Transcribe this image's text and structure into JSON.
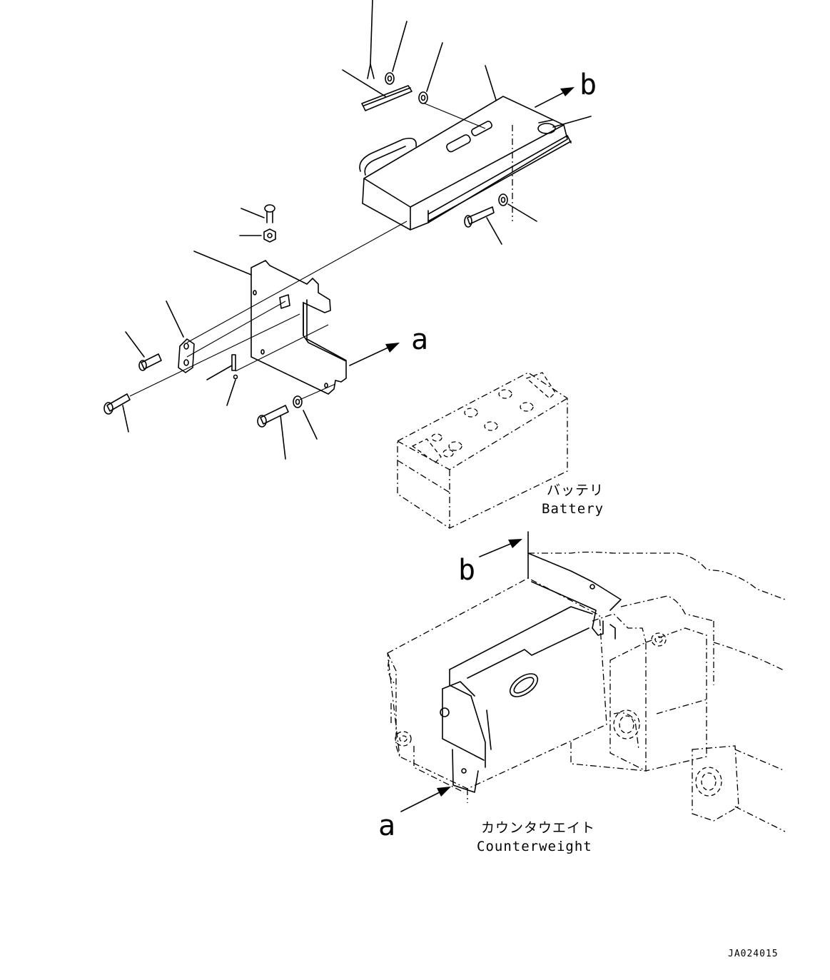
{
  "labels": {
    "a_top": "a",
    "b_top": "b",
    "a_bottom": "a",
    "b_bottom": "b"
  },
  "battery": {
    "jp": "バッテリ",
    "en": "Battery"
  },
  "counterweight": {
    "jp": "カウンタウエイト",
    "en": "Counterweight"
  },
  "drawing_code": "JA024015"
}
